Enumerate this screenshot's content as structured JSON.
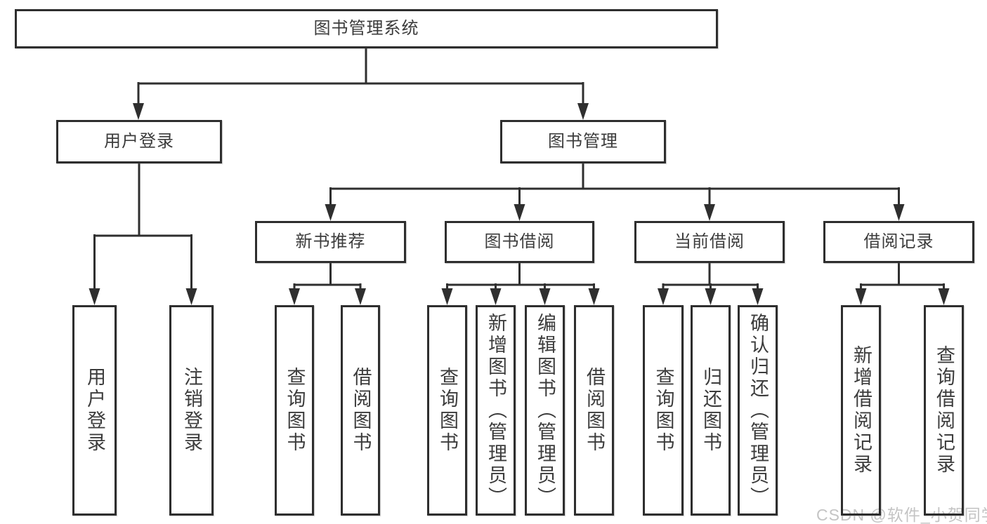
{
  "tree": {
    "label": "图书管理系统",
    "children": [
      {
        "label": "用户登录",
        "children": [
          {
            "label": "用户登录"
          },
          {
            "label": "注销登录"
          }
        ]
      },
      {
        "label": "图书管理",
        "children": [
          {
            "label": "新书推荐",
            "children": [
              {
                "label": "查询图书"
              },
              {
                "label": "借阅图书"
              }
            ]
          },
          {
            "label": "图书借阅",
            "children": [
              {
                "label": "查询图书"
              },
              {
                "label": "新增图书（管理员）"
              },
              {
                "label": "编辑图书（管理员）"
              },
              {
                "label": "借阅图书"
              }
            ]
          },
          {
            "label": "当前借阅",
            "children": [
              {
                "label": "查询图书"
              },
              {
                "label": "归还图书"
              },
              {
                "label": "确认归还（管理员）"
              }
            ]
          },
          {
            "label": "借阅记录",
            "children": [
              {
                "label": "新增借阅记录"
              },
              {
                "label": "查询借阅记录"
              }
            ]
          }
        ]
      }
    ]
  },
  "watermark": "CSDN @软件_小贺同学",
  "colors": {
    "line": "#2f2f2f",
    "box_border": "#2e2e2e",
    "text": "#3c3c3c",
    "background": "#ffffff",
    "watermark": "#c4c4c4"
  }
}
